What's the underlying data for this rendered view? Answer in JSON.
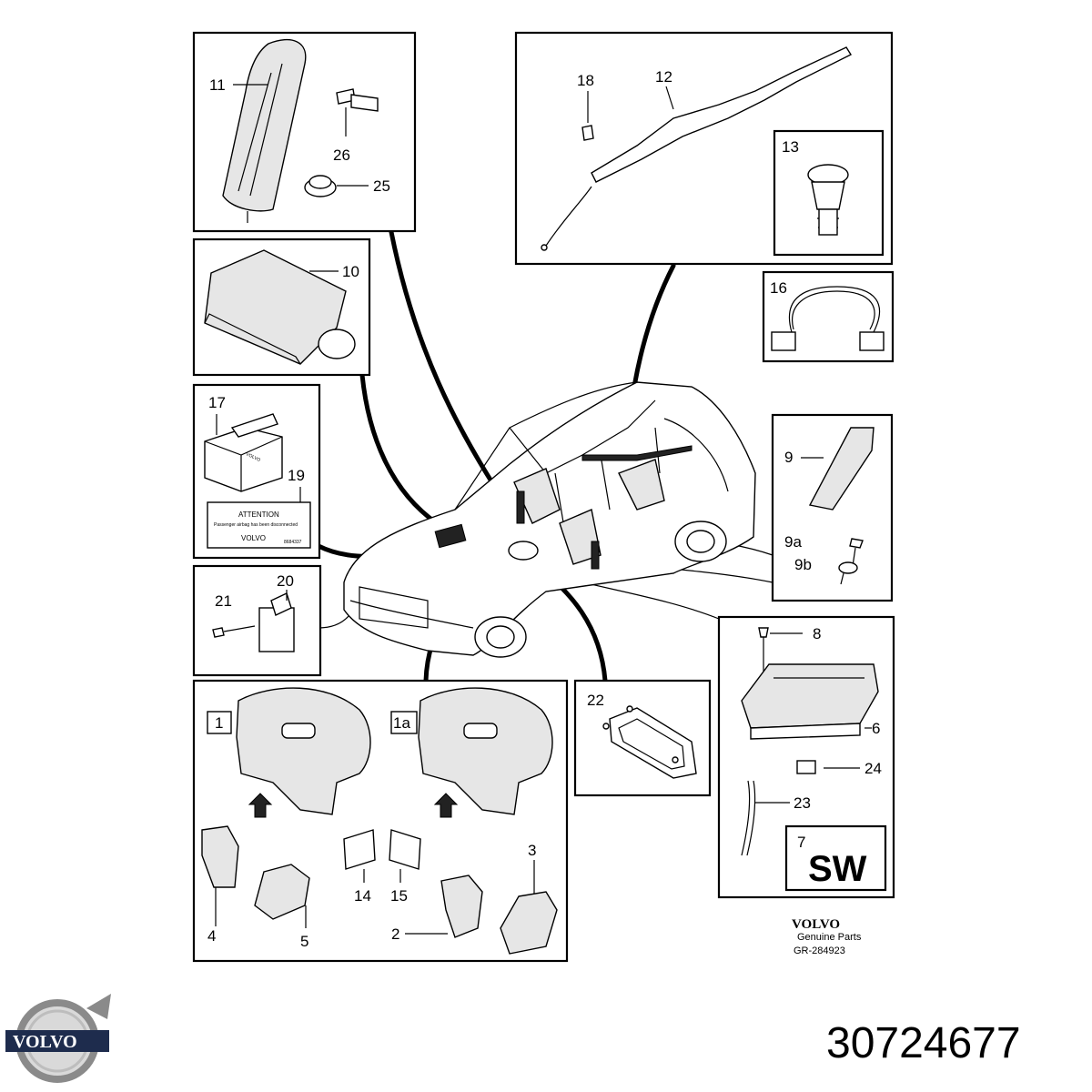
{
  "callouts": {
    "c1": "1",
    "c1a": "1a",
    "c2": "2",
    "c3": "3",
    "c4": "4",
    "c5": "5",
    "c6": "6",
    "c7": "7",
    "c8": "8",
    "c9": "9",
    "c9a": "9a",
    "c9b": "9b",
    "c10": "10",
    "c11": "11",
    "c12": "12",
    "c13": "13",
    "c14": "14",
    "c15": "15",
    "c16": "16",
    "c17": "17",
    "c18": "18",
    "c19": "19",
    "c20": "20",
    "c21": "21",
    "c22": "22",
    "c23": "23",
    "c24": "24",
    "c25": "25",
    "c26": "26"
  },
  "label": {
    "title": "ATTENTION",
    "text": "Passenger airbag has been disconnected",
    "brand": "VOLVO",
    "code": "8684337"
  },
  "box_brand": "VOLVO",
  "sw_label": "SW",
  "footer": {
    "brand": "VOLVO",
    "genuine": "Genuine Parts",
    "ref": "GR-284923"
  },
  "logo_text": "VOLVO",
  "part_number": "30724677"
}
